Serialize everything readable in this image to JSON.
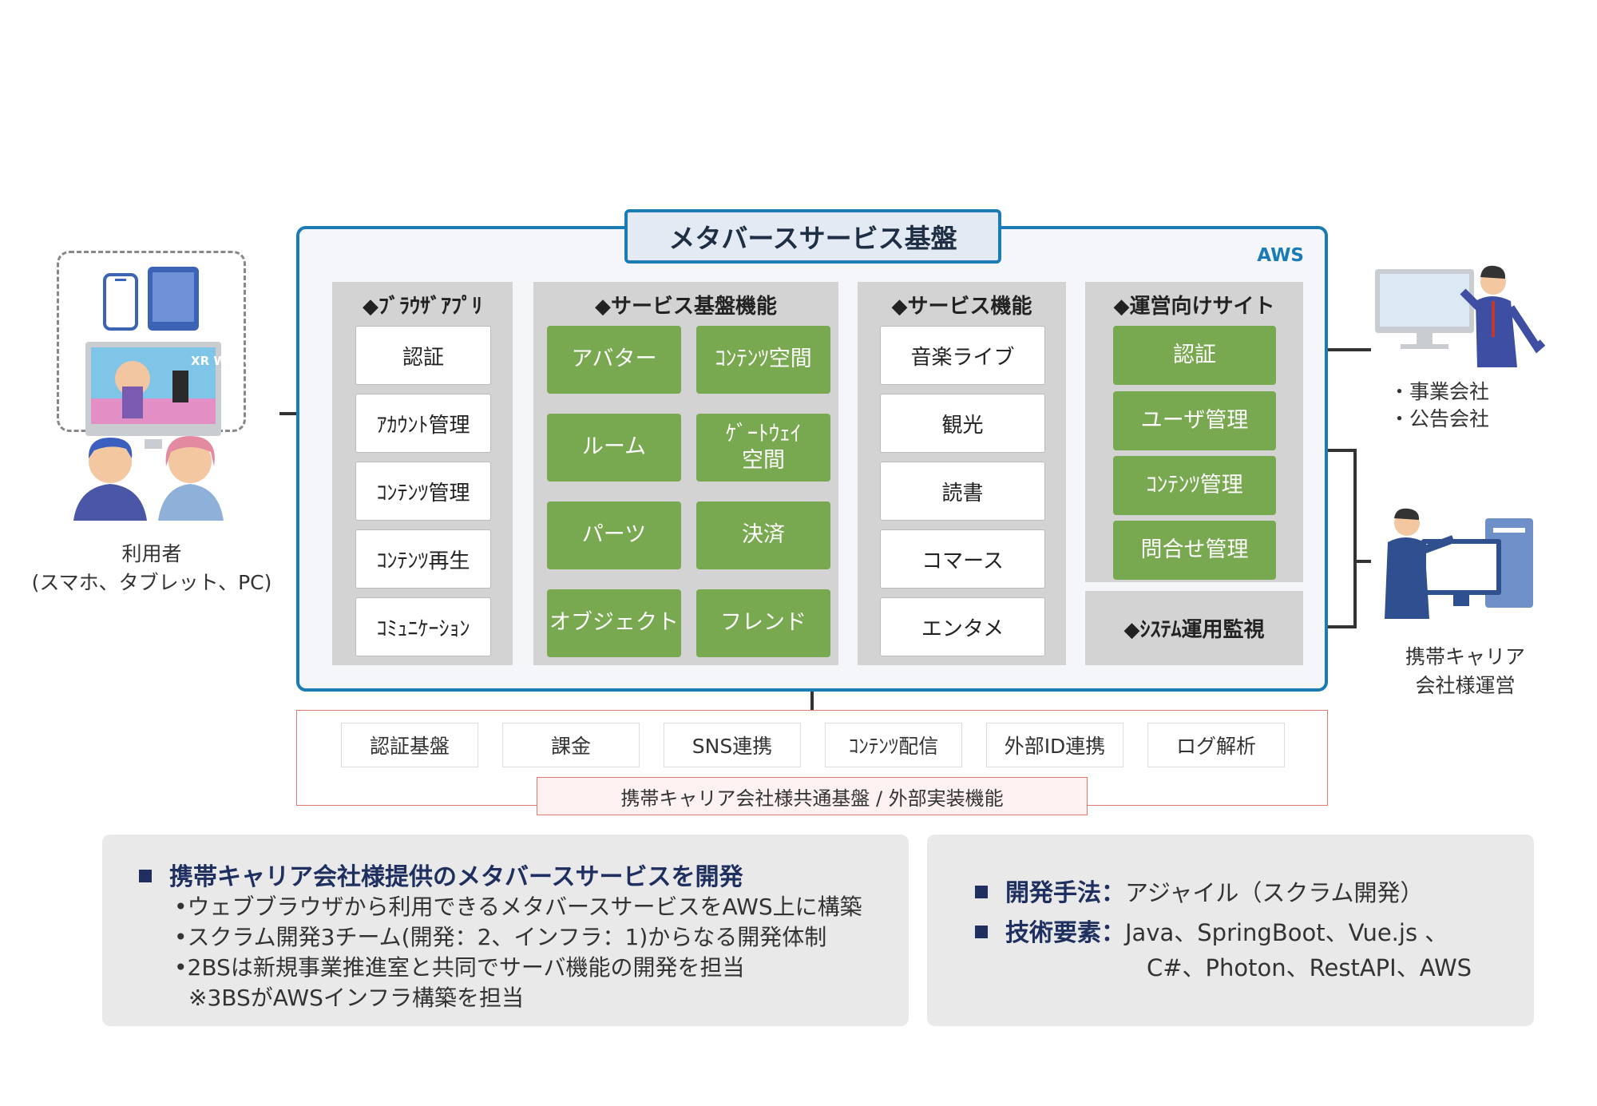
{
  "platform": {
    "title": "メタバースサービス基盤",
    "cloud": "AWS"
  },
  "columns": {
    "browser": {
      "title": "◆ﾌﾞﾗｳｻﾞｱﾌﾟﾘ",
      "items": [
        "認証",
        "ｱｶｳﾝﾄ管理",
        "ｺﾝﾃﾝﾂ管理",
        "ｺﾝﾃﾝﾂ再生",
        "ｺﾐｭﾆｹｰｼｮﾝ"
      ]
    },
    "platform_functions": {
      "title": "◆サービス基盤機能",
      "items": [
        "アバター",
        "ｺﾝﾃﾝﾂ空間",
        "ルーム",
        "ｹﾞｰﾄｳｪｲ",
        "空間",
        "パーツ",
        "決済",
        "オブジェクト",
        "フレンド"
      ]
    },
    "service_functions": {
      "title": "◆サービス機能",
      "items": [
        "音楽ライブ",
        "観光",
        "読書",
        "コマース",
        "エンタメ"
      ]
    },
    "ops_site": {
      "title": "◆運営向けサイト",
      "items": [
        "認証",
        "ユーザ管理",
        "ｺﾝﾃﾝﾂ管理",
        "問合せ管理"
      ]
    },
    "monitoring": {
      "title": "◆ｼｽﾃﾑ運用監視"
    }
  },
  "carrier": {
    "items": [
      "認証基盤",
      "課金",
      "SNS連携",
      "ｺﾝﾃﾝﾂ配信",
      "外部ID連携",
      "ログ解析"
    ],
    "label": "携帯キャリア会社様共通基盤 / 外部実装機能"
  },
  "users": {
    "label_line1": "利用者",
    "label_line2": "(スマホ、タブレット、PC)",
    "screen_text": "XR World"
  },
  "business": {
    "line1": "・事業会社",
    "line2": "・公告会社"
  },
  "operator": {
    "line1": "携帯キャリア",
    "line2": "会社様運営"
  },
  "summary": {
    "heading": "携帯キャリア会社様提供のメタバースサービスを開発",
    "points": [
      "•ウェブブラウザから利用できるメタバースサービスをAWS上に構築",
      "•スクラム開発3チーム(開発：2、インフラ：1)からなる開発体制",
      "•2BSは新規事業推進室と共同でサーバ機能の開発を担当",
      "※3BSがAWSインフラ構築を担当"
    ]
  },
  "tech": {
    "method_label": "開発手法：",
    "method_value": "アジャイル（スクラム開発）",
    "elements_label": "技術要素：",
    "elements_line1": "Java、SpringBoot、Vue.js 、",
    "elements_line2": "C#、Photon、RestAPI、AWS"
  },
  "colors": {
    "aws_blue": "#1a7bb5",
    "green": "#78a84f",
    "navy": "#1e2f60",
    "coral": "#e07a70"
  }
}
